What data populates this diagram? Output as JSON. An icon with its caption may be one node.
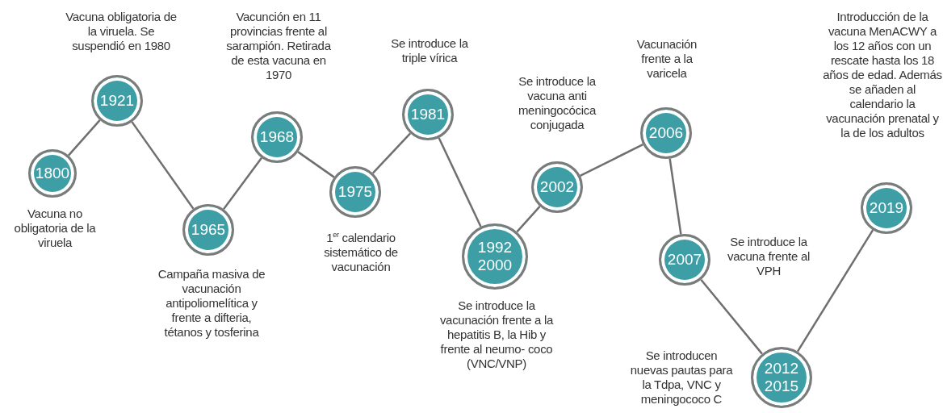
{
  "diagram": {
    "nodes": [
      {
        "text": [
          "1800"
        ],
        "beside": [
          "Vacuna no obligatoria de la viruela"
        ]
      },
      {
        "text": [
          "1921"
        ],
        "beside": [
          "Vacuna obligatoria de la viruela. Se suspendió en 1980"
        ]
      },
      {
        "text": [
          "1965"
        ],
        "beside": [
          "Campaña masiva de vacunación antipoliomelítica y frente a difteria, tétanos y tosferina"
        ]
      },
      {
        "text": [
          "1968"
        ],
        "beside": [
          "Vacunción en 11 provincias frente al sarampión. Retirada de esta vacuna en 1970"
        ]
      },
      {
        "text": [
          "1975"
        ],
        "beside": [
          "1$^{er}$ calendario sistemático de vacunación"
        ]
      },
      {
        "text": [
          "1981"
        ],
        "beside": [
          "Se introduce la triple vírica"
        ]
      },
      {
        "text": [
          "1992 2000"
        ],
        "beside": [
          "Se introduce la vacunación frente a la hepatitis B, la Hib y frente al neumo- coco (VNC/VNP)"
        ]
      },
      {
        "text": [
          "2002"
        ],
        "beside": [
          "Se introduce la vacuna anti meningocócica conjugada"
        ]
      },
      {
        "text": [
          "2006"
        ],
        "beside": [
          "Vacunación frente a la varicela"
        ]
      },
      {
        "text": [
          "2007"
        ],
        "beside": [
          "Se introduce la vacuna frente al VPH"
        ]
      },
      {
        "text": [
          "2012 2015"
        ],
        "beside": [
          "Se introducen nuevas pautas para la Tdpa, VNC y meningococo C"
        ]
      },
      {
        "text": [
          "2019"
        ],
        "beside": [
          "Introducción de la vacuna MenACWY a los 12 años con un rescate hasta los 18 años de edad. Además se añaden al calendario la vacunación prenatal y la de los adultos"
        ]
      }
    ],
    "edges": [
      {
        "from": 0,
        "to": 1,
        "arrow": "none"
      },
      {
        "from": 1,
        "to": 2,
        "arrow": "none"
      },
      {
        "from": 2,
        "to": 3,
        "arrow": "none"
      },
      {
        "from": 3,
        "to": 4,
        "arrow": "none"
      },
      {
        "from": 4,
        "to": 5,
        "arrow": "none"
      },
      {
        "from": 5,
        "to": 6,
        "arrow": "none"
      },
      {
        "from": 6,
        "to": 7,
        "arrow": "none"
      },
      {
        "from": 7,
        "to": 8,
        "arrow": "none"
      },
      {
        "from": 8,
        "to": 9,
        "arrow": "none"
      },
      {
        "from": 9,
        "to": 10,
        "arrow": "none"
      },
      {
        "from": 10,
        "to": 11,
        "arrow": "none"
      }
    ]
  }
}
